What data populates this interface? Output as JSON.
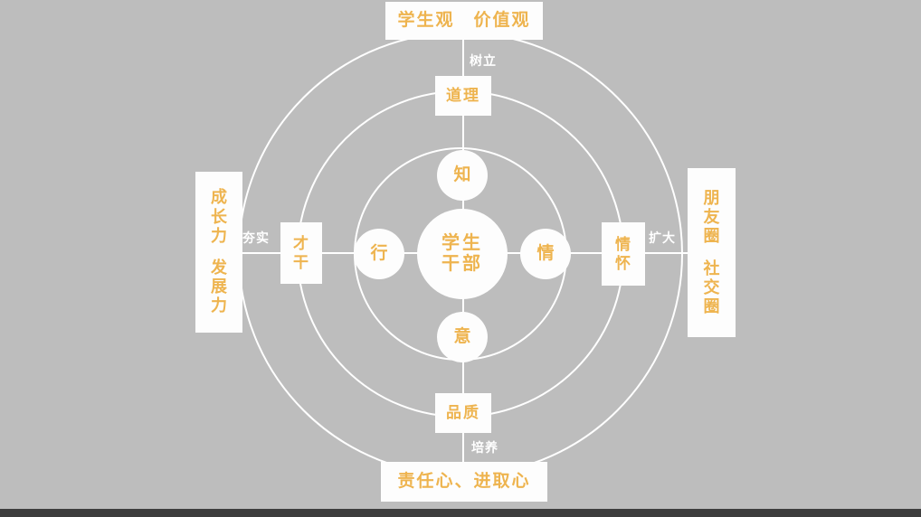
{
  "theme": {
    "background": "#bdbdbd",
    "chip_background": "#fdfdfd",
    "accent_text": "#eeb44f",
    "line_color": "#ffffff",
    "strip_color": "#3d3d3d"
  },
  "center": {
    "line1": "学生",
    "line2": "干部"
  },
  "inner_nodes": {
    "top": "知",
    "right": "情",
    "bottom": "意",
    "left": "行"
  },
  "mid_nodes": {
    "top": "道理",
    "bottom": "品质",
    "left_line1": "才",
    "left_line2": "干",
    "right_line1": "情",
    "right_line2": "怀"
  },
  "relations": {
    "top": "树立",
    "bottom": "培养",
    "left": "夯实",
    "right": "扩大"
  },
  "outer_banners": {
    "top": "学生观　价值观",
    "bottom": "责任心、进取心",
    "left_group1": [
      "成",
      "长",
      "力"
    ],
    "left_group2": [
      "发",
      "展",
      "力"
    ],
    "right_group1": [
      "朋",
      "友",
      "圈"
    ],
    "right_group2": [
      "社",
      "交",
      "圈"
    ]
  }
}
